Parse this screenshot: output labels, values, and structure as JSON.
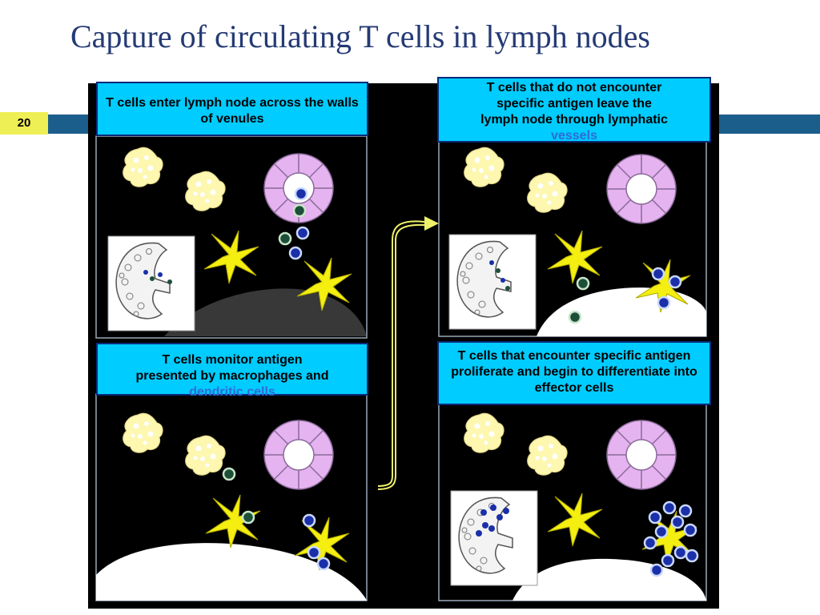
{
  "slide": {
    "title": "Capture of circulating T cells in lymph nodes",
    "number": "20"
  },
  "colors": {
    "title": "#243a74",
    "header_bar": "#1b5e8c",
    "slide_number_bg": "#eeee55",
    "caption_bg": "#00ccff",
    "panel_bg": "#000000",
    "yellow_cell": "#fdf7b0",
    "venule": "#e5b3ef",
    "dendritic_cell": "#f4ef10",
    "t_cell": "#1a2fa8",
    "arrow": "#eef06a"
  },
  "captions": {
    "top_left": "T cells enter lymph node across the walls  of venules",
    "top_right_1": "T cells that do not encounter",
    "top_right_2": "specific antigen leave the",
    "top_right_3": "lymph node through lymphatic",
    "top_right_4": "vessels",
    "bottom_left_1": "T cells monitor antigen",
    "bottom_left_2": "presented by macrophages and",
    "bottom_left_3": "dendritic cells",
    "bottom_right": "T cells that encounter specific antigen proliferate and begin to differentiate into effector cells"
  },
  "icons": [
    "macrophage-icon",
    "venule-icon",
    "dendritic-cell-icon",
    "t-cell-icon",
    "lymph-node-icon",
    "curved-arrow-icon"
  ]
}
